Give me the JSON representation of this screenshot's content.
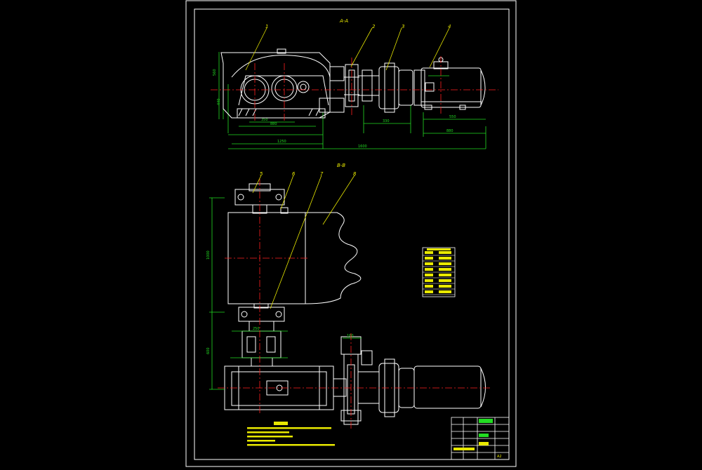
{
  "drawing": {
    "colors": {
      "background": "#000000",
      "outline": "#ffffff",
      "geometry": "#ffffff",
      "centerline": "#ff2020",
      "dimension": "#22dd22",
      "leader": "#e8e800",
      "notes": "#e8e800",
      "table_fill": "#e8e800"
    },
    "front_view": {
      "balloons": [
        "1",
        "2",
        "3",
        "4"
      ],
      "dimensions": [
        "560",
        "440",
        "350",
        "880",
        "1250",
        "330",
        "550",
        "880",
        "1600"
      ]
    },
    "plan_view": {
      "balloons": [
        "5",
        "6",
        "7",
        "8"
      ],
      "dimensions": [
        "1000",
        "600",
        "250",
        "160"
      ]
    },
    "parameter_table": {
      "rows": 8
    },
    "notes": {
      "lines": 5
    },
    "title_block": {
      "sheet": "A2"
    }
  }
}
